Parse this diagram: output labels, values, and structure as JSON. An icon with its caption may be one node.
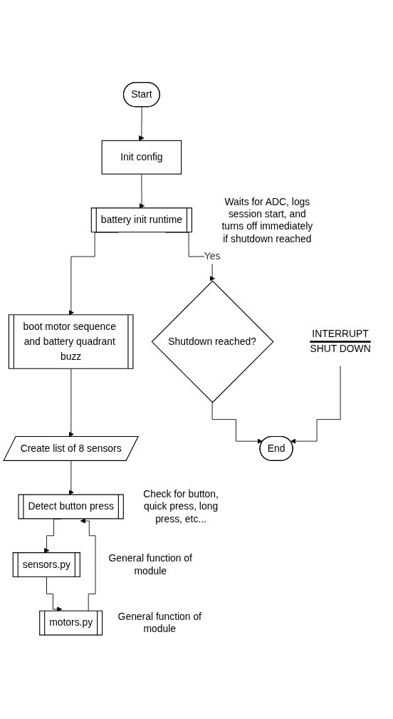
{
  "diagram": {
    "nodes": [
      {
        "text": [
          "Start"
        ]
      },
      {
        "text": [
          "Init config"
        ]
      },
      {
        "text": [
          "battery init runtime"
        ],
        "beside": [
          "Waits for ADC, logs session start, and turns off immediately if shutdown reached"
        ]
      },
      {
        "text": [
          "Shutdown reached?"
        ]
      },
      {
        "text": [
          "boot motor sequence and battery quadrant buzz"
        ]
      },
      {
        "text": [
          "Create list of 8 sensors"
        ]
      },
      {
        "text": [
          "Detect button press"
        ],
        "beside": [
          "Check for button, quick press, long press, etc..."
        ]
      },
      {
        "text": [
          "sensors.py"
        ],
        "beside": [
          "General function of module"
        ]
      },
      {
        "text": [
          "motors.py"
        ],
        "beside": [
          "General function of module"
        ]
      },
      {
        "text": [
          "End"
        ]
      },
      {
        "text": [
          "INTERRUPT",
          "SHUT DOWN"
        ]
      }
    ],
    "edges": [
      {
        "from": 0,
        "to": 1,
        "arrow": "to"
      },
      {
        "from": 1,
        "to": 2,
        "arrow": "to"
      },
      {
        "from": 2,
        "to": 3,
        "arrow": "to",
        "label": "Yes"
      },
      {
        "from": 2,
        "to": 4,
        "arrow": "to"
      },
      {
        "from": 4,
        "to": 5,
        "arrow": "to"
      },
      {
        "from": 5,
        "to": 6,
        "arrow": "to"
      },
      {
        "from": 6,
        "to": 7,
        "arrow": "to"
      },
      {
        "from": 7,
        "to": 8,
        "arrow": "to"
      },
      {
        "from": 8,
        "to": 6,
        "arrow": "to"
      },
      {
        "from": 3,
        "to": 9,
        "arrow": "to"
      },
      {
        "from": 10,
        "to": 9,
        "arrow": "to"
      }
    ]
  }
}
